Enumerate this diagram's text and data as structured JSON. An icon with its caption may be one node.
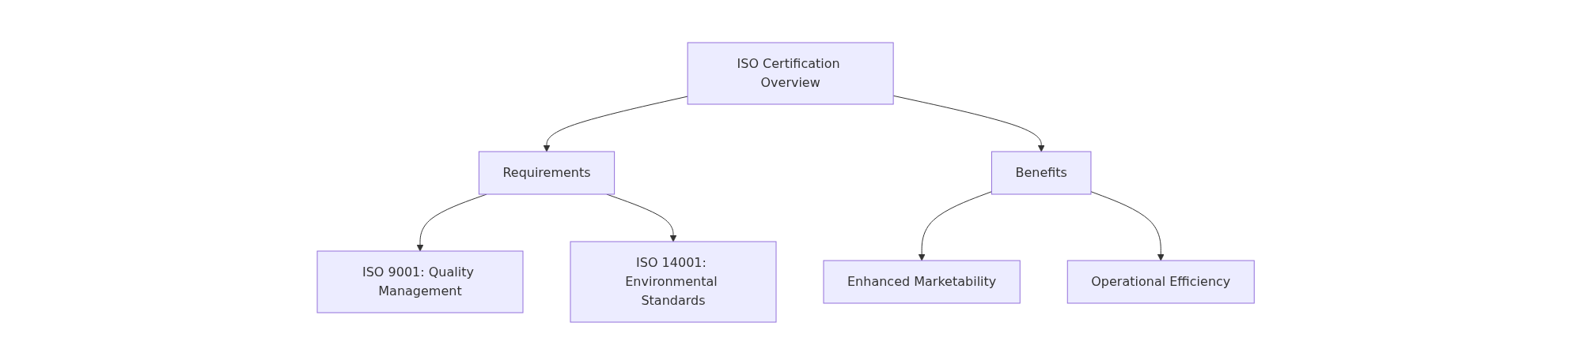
{
  "diagram": {
    "nodes": [
      {
        "text": [
          "ISO Certification Overview"
        ]
      },
      {
        "text": [
          "Requirements"
        ]
      },
      {
        "text": [
          "Benefits"
        ]
      },
      {
        "text": [
          "ISO 9001: Quality Management"
        ]
      },
      {
        "text": [
          "ISO 14001: Environmental Standards"
        ]
      },
      {
        "text": [
          "Enhanced Marketability"
        ]
      },
      {
        "text": [
          "Operational Efficiency"
        ]
      }
    ],
    "edges": [
      {
        "from": 0,
        "to": 1,
        "arrow": "to"
      },
      {
        "from": 0,
        "to": 2,
        "arrow": "to"
      },
      {
        "from": 1,
        "to": 3,
        "arrow": "to"
      },
      {
        "from": 1,
        "to": 4,
        "arrow": "to"
      },
      {
        "from": 2,
        "to": 5,
        "arrow": "to"
      },
      {
        "from": 2,
        "to": 6,
        "arrow": "to"
      }
    ]
  }
}
